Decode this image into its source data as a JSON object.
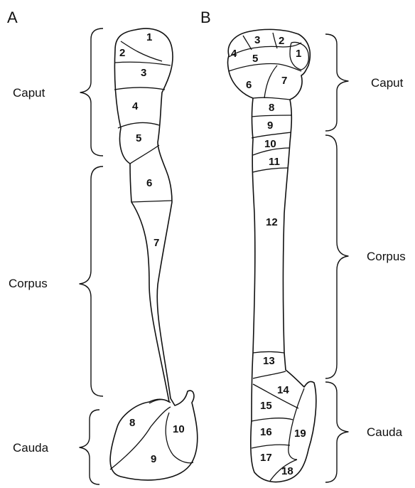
{
  "panel_a": {
    "letter": "A",
    "regions": {
      "caput": "Caput",
      "corpus": "Corpus",
      "cauda": "Cauda"
    },
    "segments": [
      "1",
      "2",
      "3",
      "4",
      "5",
      "6",
      "7",
      "8",
      "9",
      "10"
    ]
  },
  "panel_b": {
    "letter": "B",
    "regions": {
      "caput": "Caput",
      "corpus": "Corpus",
      "cauda": "Cauda"
    },
    "segments": [
      "1",
      "2",
      "3",
      "4",
      "5",
      "6",
      "7",
      "8",
      "9",
      "10",
      "11",
      "12",
      "13",
      "14",
      "15",
      "16",
      "17",
      "18",
      "19"
    ]
  }
}
